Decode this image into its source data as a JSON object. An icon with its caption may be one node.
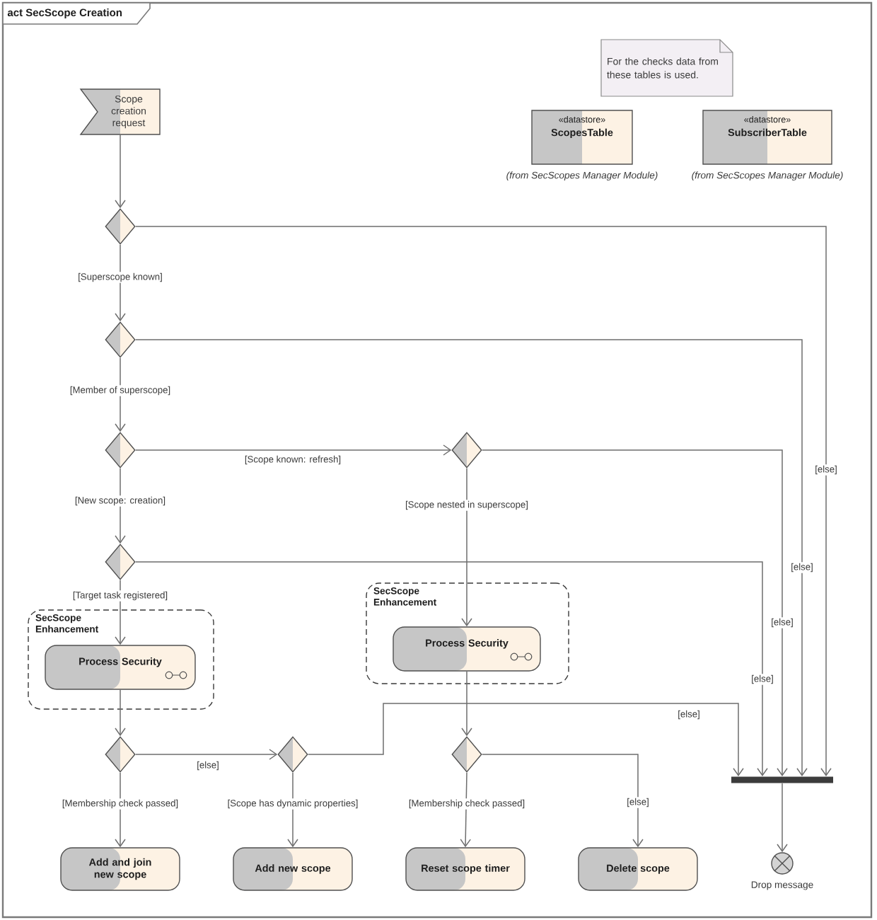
{
  "diagram": {
    "title": "act SecScope Creation",
    "nodes": [
      {
        "text": [
          "Scope creation request"
        ]
      },
      {
        "text": [
          "For the checks data from these tables is used."
        ]
      },
      {
        "text": [
          "«datastore»",
          "ScopesTable"
        ],
        "beside": [
          "(from SecScopes Manager Module)"
        ]
      },
      {
        "text": [
          "«datastore»",
          "SubscriberTable"
        ],
        "beside": [
          "(from SecScopes Manager Module)"
        ]
      },
      {
        "text": [],
        "shape": "diamond"
      },
      {
        "text": [],
        "shape": "diamond"
      },
      {
        "text": [],
        "shape": "diamond"
      },
      {
        "text": [],
        "shape": "diamond"
      },
      {
        "text": [],
        "shape": "diamond"
      },
      {
        "text": [
          "SecScope Enhancement"
        ]
      },
      {
        "text": [
          "Process Security"
        ],
        "in": 9
      },
      {
        "text": [
          "SecScope Enhancement"
        ]
      },
      {
        "text": [
          "Process Security"
        ],
        "in": 11
      },
      {
        "text": [],
        "shape": "diamond"
      },
      {
        "text": [],
        "shape": "diamond"
      },
      {
        "text": [],
        "shape": "diamond"
      },
      {
        "text": [
          "Add and join new scope"
        ]
      },
      {
        "text": [
          "Add new scope"
        ]
      },
      {
        "text": [
          "Reset scope timer"
        ]
      },
      {
        "text": [
          "Delete scope"
        ]
      },
      {
        "text": [],
        "shape": "bar"
      },
      {
        "text": [],
        "shape": "circle",
        "beside": [
          "Drop message"
        ]
      }
    ],
    "edges": [
      {
        "from": 0,
        "to": 4,
        "arrow": "to"
      },
      {
        "from": 4,
        "to": 5,
        "arrow": "to",
        "label": "[Superscope known]"
      },
      {
        "from": 4,
        "to": 20,
        "arrow": "to",
        "label": "[else]"
      },
      {
        "from": 5,
        "to": 6,
        "arrow": "to",
        "label": "[Member of superscope]"
      },
      {
        "from": 5,
        "to": 20,
        "arrow": "to",
        "label": "[else]"
      },
      {
        "from": 6,
        "to": 7,
        "arrow": "to",
        "label": "[Scope known: refresh]"
      },
      {
        "from": 6,
        "to": 8,
        "arrow": "to",
        "label": "[New scope: creation]"
      },
      {
        "from": 7,
        "to": 12,
        "arrow": "to",
        "label": "[Scope nested in superscope]"
      },
      {
        "from": 7,
        "to": 20,
        "arrow": "to",
        "label": "[else]"
      },
      {
        "from": 8,
        "to": 10,
        "arrow": "to",
        "label": "[Target task registered]"
      },
      {
        "from": 8,
        "to": 20,
        "arrow": "to",
        "label": "[else]"
      },
      {
        "from": 10,
        "to": 13,
        "arrow": "to"
      },
      {
        "from": 13,
        "to": 14,
        "arrow": "to",
        "label": "[else]"
      },
      {
        "from": 13,
        "to": 16,
        "arrow": "to",
        "label": "[Membership check passed]"
      },
      {
        "from": 14,
        "to": 17,
        "arrow": "to",
        "label": "[Scope has dynamic properties]"
      },
      {
        "from": 14,
        "to": 20,
        "arrow": "to",
        "label": "[else]"
      },
      {
        "from": 12,
        "to": 15,
        "arrow": "to"
      },
      {
        "from": 15,
        "to": 18,
        "arrow": "to",
        "label": "[Membership check passed]"
      },
      {
        "from": 15,
        "to": 19,
        "arrow": "to",
        "label": "[else]"
      },
      {
        "from": 20,
        "to": 21,
        "arrow": "to"
      }
    ]
  }
}
